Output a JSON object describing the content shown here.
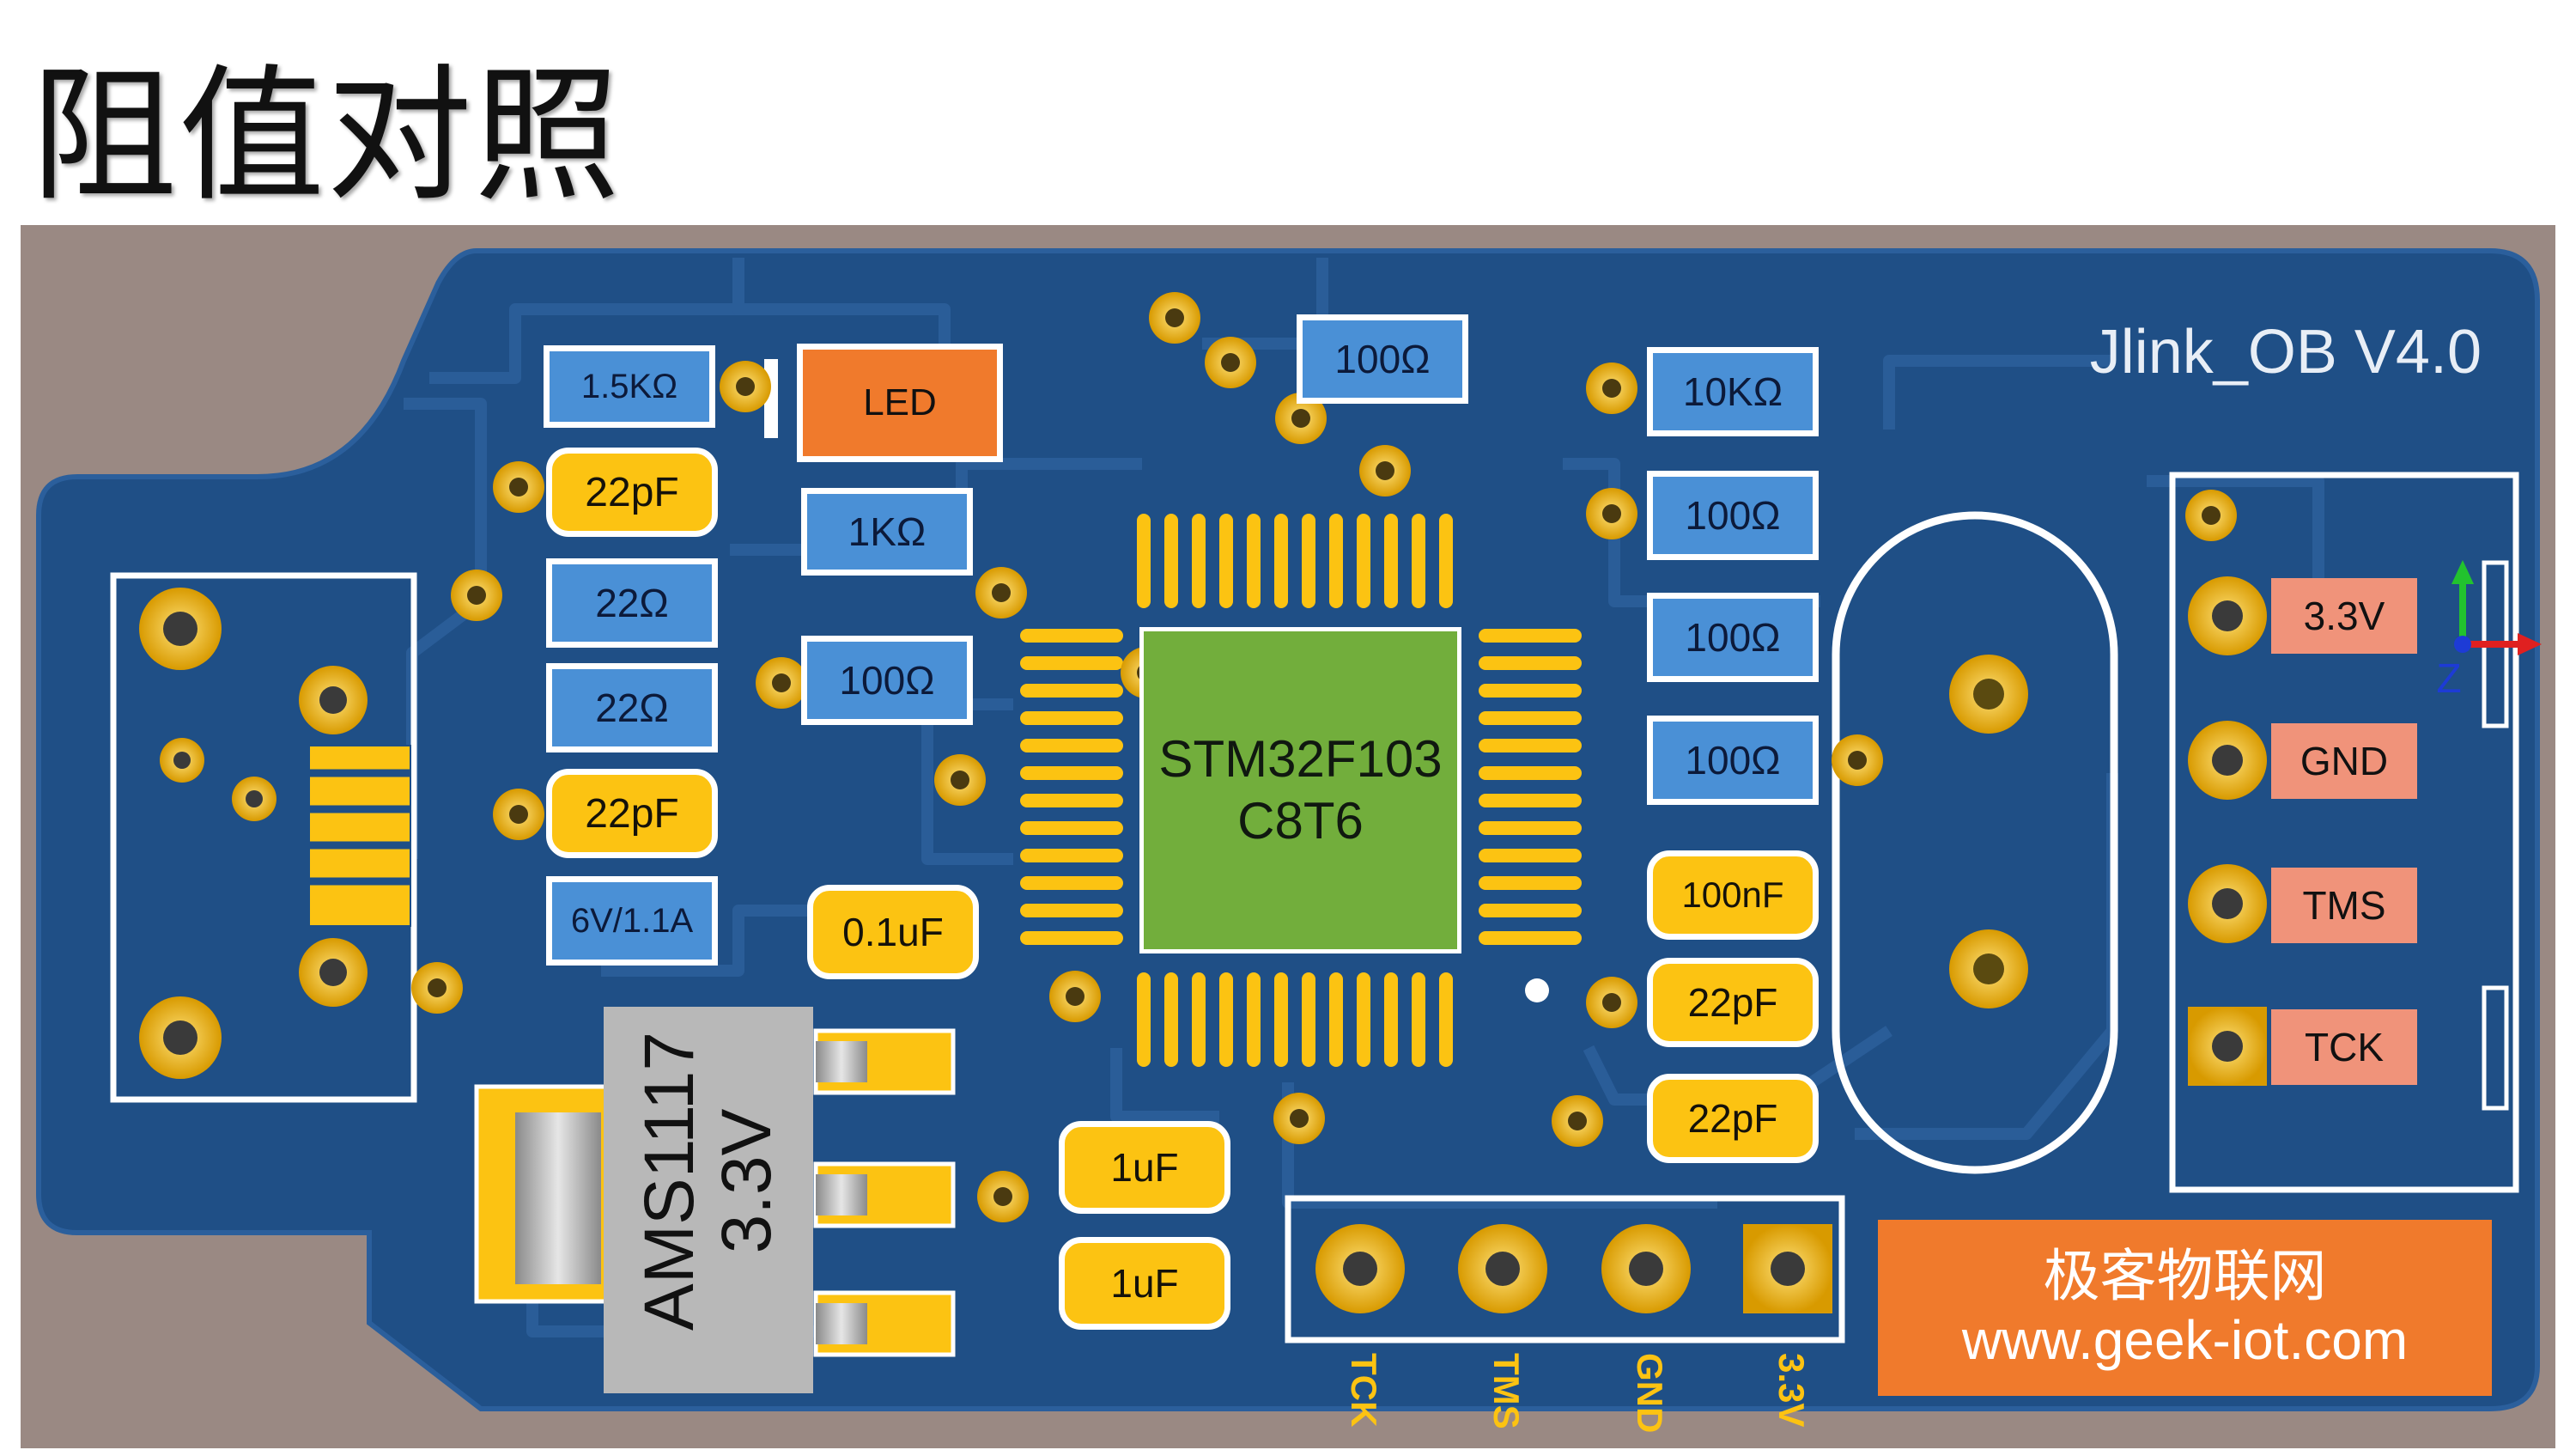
{
  "page": {
    "title": "阻值对照"
  },
  "board": {
    "version": "Jlink_OB V4.0"
  },
  "mcu": {
    "line1": "STM32F103",
    "line2": "C8T6"
  },
  "regulator": {
    "line1": "AMS1117",
    "line2": "3.3V"
  },
  "components": {
    "r_1k5": "1.5KΩ",
    "led": "LED",
    "c_22pf_a": "22pF",
    "r_1k": "1KΩ",
    "r_22_a": "22Ω",
    "r_22_b": "22Ω",
    "r_100_a": "100Ω",
    "c_22pf_b": "22pF",
    "fuse": "6V/1.1A",
    "c_01uf": "0.1uF",
    "r_100_top": "100Ω",
    "r_10k": "10KΩ",
    "r_100_b": "100Ω",
    "r_100_c": "100Ω",
    "r_100_d": "100Ω",
    "c_100nf": "100nF",
    "c_22pf_c": "22pF",
    "c_22pf_d": "22pF",
    "c_1uf_a": "1uF",
    "c_1uf_b": "1uF"
  },
  "right_header": {
    "pins": [
      "3.3V",
      "GND",
      "TMS",
      "TCK"
    ]
  },
  "bottom_header": {
    "pins": [
      "TCK",
      "TMS",
      "GND",
      "3.3V"
    ]
  },
  "brand": {
    "name": "极客物联网",
    "url": "www.geek-iot.com"
  },
  "axes_glyph": {
    "z_label": "Z"
  },
  "colors": {
    "pcb": "#1f4f86",
    "pcb_light": "#2e64a2",
    "gold": "#fcc312",
    "resistor": "#4a90d6",
    "capacitor": "#fcc312",
    "led": "#f07a2c",
    "mcu": "#72ae3c",
    "pin_label": "#f0937a",
    "brand": "#f07a2c"
  }
}
